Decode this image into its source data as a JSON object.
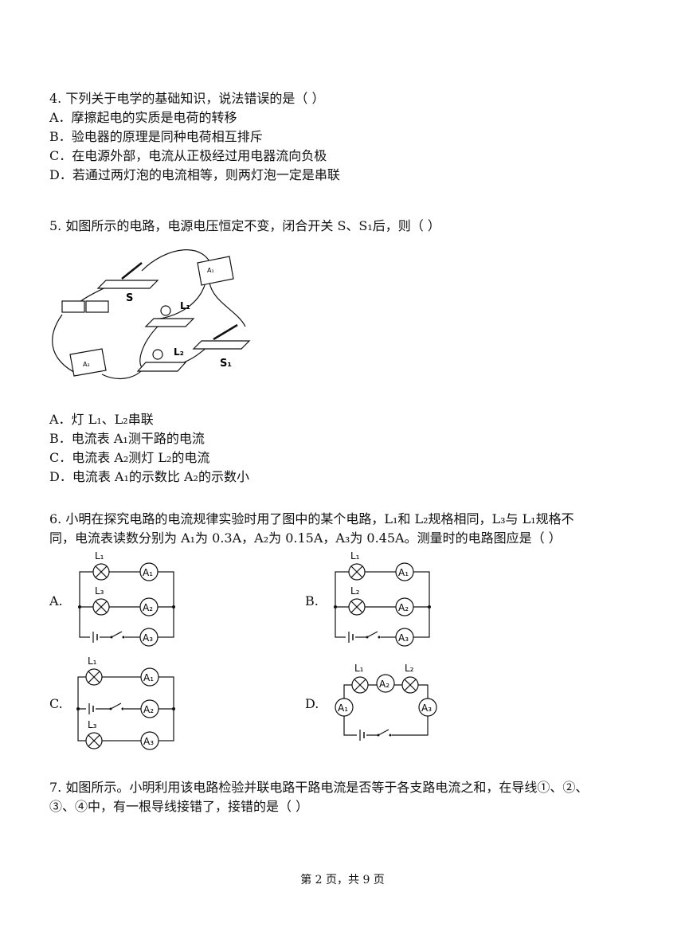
{
  "q4": {
    "stem": "4.   下列关于电学的基础知识，说法错误的是（          ）",
    "options": [
      "A．摩擦起电的实质是电荷的转移",
      "B．验电器的原理是同种电荷相互排斥",
      "C．在电源外部，电流从正极经过用电器流向负极",
      "D．若通过两灯泡的电流相等，则两灯泡一定是串联"
    ]
  },
  "q5": {
    "stem": "5.   如图所示的电路，电源电压恒定不变，闭合开关 S、S₁后，则（          ）",
    "figure_labels": {
      "switch_s": "S",
      "switch_s1": "S₁",
      "lamp_l1": "L₁",
      "lamp_l2": "L₂",
      "ammeter_a1": "A₁",
      "ammeter_a2": "A₂"
    },
    "options": [
      "A．灯 L₁、L₂串联",
      "B．电流表 A₁测干路的电流",
      "C．电流表 A₂测灯 L₂的电流",
      "D．电流表 A₁的示数比 A₂的示数小"
    ]
  },
  "q6": {
    "stem_line1": "6.   小明在探究电路的电流规律实验时用了图中的某个电路，L₁和 L₂规格相同，L₃与 L₁规格不",
    "stem_line2": "同，电流表读数分别为 A₁为 0.3A，A₂为 0.15A，A₃为 0.45A。测量时的电路图应是（          ）",
    "option_letters": [
      "A.",
      "B.",
      "C.",
      "D."
    ],
    "symbols": {
      "L1": "L₁",
      "L2": "L₂",
      "L3": "L₃",
      "A1": "A₁",
      "A2": "A₂",
      "A3": "A₃"
    }
  },
  "q7": {
    "stem_line1": "7.   如图所示。小明利用该电路检验并联电路干路电流是否等于各支路电流之和，在导线①、②、",
    "stem_line2": "③、④中，有一根导线接错了，接错的是（          ）"
  },
  "footer": "第 2 页，共 9 页"
}
